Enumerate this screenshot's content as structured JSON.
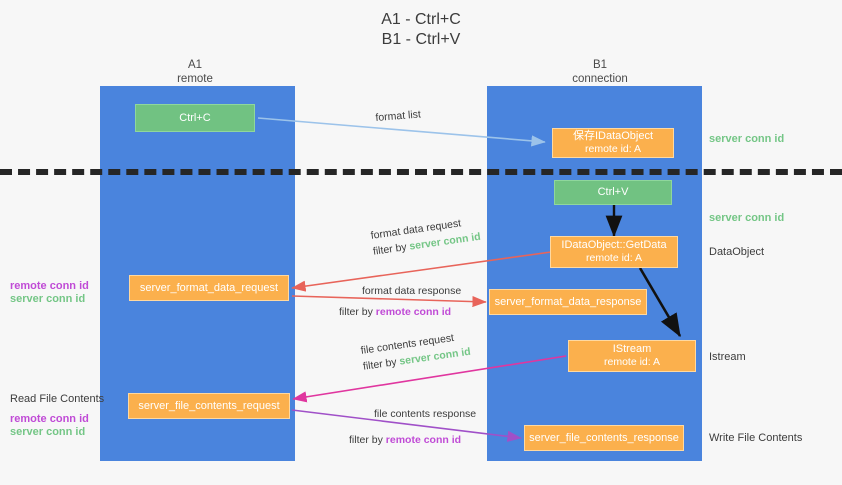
{
  "title": {
    "line1": "A1 - Ctrl+C",
    "line2": "B1 - Ctrl+V"
  },
  "lanes": [
    {
      "name": "A1",
      "role": "remote"
    },
    {
      "name": "B1",
      "role": "connection"
    }
  ],
  "colors": {
    "lane": "#4a84dd",
    "green_box": "#71c282",
    "orange_box": "#fbb04d",
    "server_conn_id": "#74c686",
    "remote_conn_id": "#c04bd6",
    "divider": "#262626",
    "background": "#f7f7f7",
    "arrow_blue": "#9cc3ea",
    "arrow_red": "#e8645a",
    "arrow_magenta": "#e0369f",
    "arrow_purple": "#a050c8",
    "arrow_black": "#111111"
  },
  "boxes": {
    "ctrl_c": {
      "label": "Ctrl+C"
    },
    "save_idataobject": {
      "line1": "保存IDataObject",
      "line2": "remote id: A"
    },
    "ctrl_v": {
      "label": "Ctrl+V"
    },
    "getdata": {
      "line1": "IDataObject::GetData",
      "line2": "remote id: A"
    },
    "istream": {
      "line1": "IStream",
      "line2": "remote id: A"
    },
    "server_format_data_request": {
      "label": "server_format_data_request"
    },
    "server_format_data_response": {
      "label": "server_format_data_response"
    },
    "server_file_contents_request": {
      "label": "server_file_contents_request"
    },
    "server_file_contents_response": {
      "label": "server_file_contents_response"
    }
  },
  "edge_labels": {
    "format_list": "format list",
    "format_data_request": "format data request",
    "format_data_request_filter_prefix": "filter by ",
    "format_data_request_filter_value": "server conn id",
    "format_data_response": "format data response",
    "format_data_response_filter_prefix": "filter by ",
    "format_data_response_filter_value": "remote conn id",
    "file_contents_request": "file contents request",
    "file_contents_request_filter_prefix": "filter by ",
    "file_contents_request_filter_value": "server conn id",
    "file_contents_response": "file contents response",
    "file_contents_response_filter_prefix": "filter by ",
    "file_contents_response_filter_value": "remote conn id"
  },
  "right_annotations": {
    "server_conn_id_top": "server conn id",
    "server_conn_id_mid": "server conn id",
    "dataobject": "DataObject",
    "istream": "Istream",
    "write_file_contents": "Write File Contents"
  },
  "left_annotations": {
    "remote_conn_id_upper": "remote conn id",
    "server_conn_id_upper": "server conn id",
    "read_file_contents": "Read File Contents",
    "remote_conn_id_lower": "remote conn id",
    "server_conn_id_lower": "server conn id"
  }
}
